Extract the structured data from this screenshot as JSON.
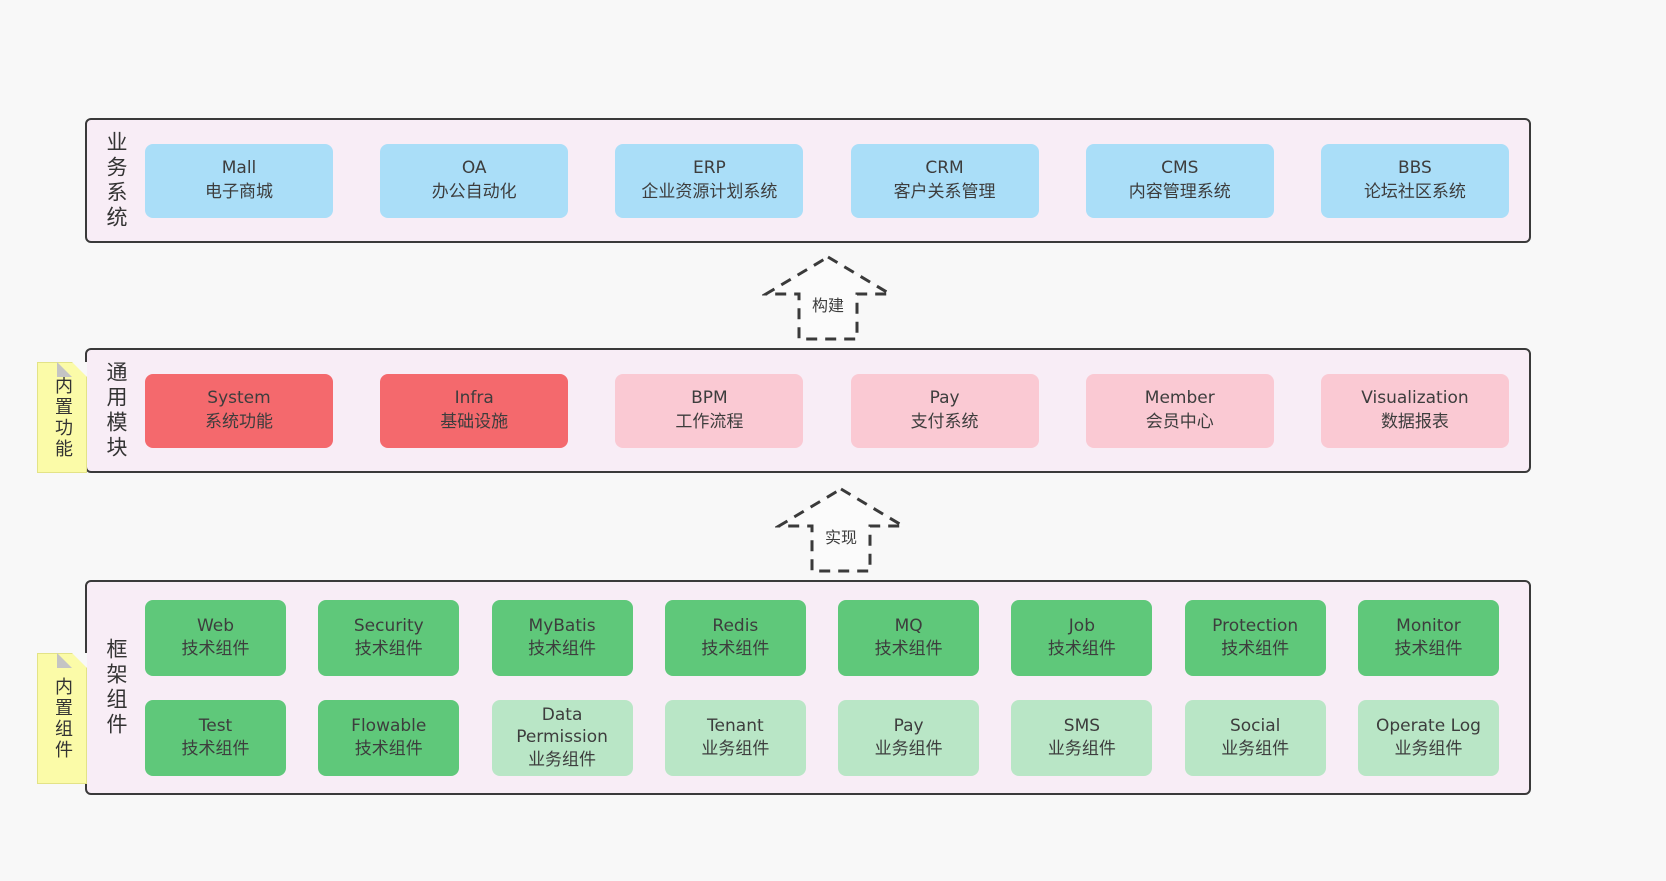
{
  "colors": {
    "page_bg": "#f8f8f8",
    "band_bg": "#f8edf6",
    "band_border": "#3a3a3a",
    "blue": "#aadef8",
    "red": "#f4696d",
    "pink": "#fac9d3",
    "green": "#5fc87a",
    "light_green": "#b9e6c6",
    "sticky_yellow": "#fbfba8",
    "fold_gray": "#c4c4c4",
    "text": "#3d3d3d"
  },
  "arrows": [
    {
      "label": "构建"
    },
    {
      "label": "实现"
    }
  ],
  "bands": [
    {
      "label": "业务系统",
      "sticky": null,
      "rows": [
        [
          {
            "title": "Mall",
            "subtitle": "电子商城",
            "variant": "blue"
          },
          {
            "title": "OA",
            "subtitle": "办公自动化",
            "variant": "blue"
          },
          {
            "title": "ERP",
            "subtitle": "企业资源计划系统",
            "variant": "blue"
          },
          {
            "title": "CRM",
            "subtitle": "客户关系管理",
            "variant": "blue"
          },
          {
            "title": "CMS",
            "subtitle": "内容管理系统",
            "variant": "blue"
          },
          {
            "title": "BBS",
            "subtitle": "论坛社区系统",
            "variant": "blue"
          }
        ]
      ]
    },
    {
      "label": "通用模块",
      "sticky": "内置功能",
      "rows": [
        [
          {
            "title": "System",
            "subtitle": "系统功能",
            "variant": "red"
          },
          {
            "title": "Infra",
            "subtitle": "基础设施",
            "variant": "red"
          },
          {
            "title": "BPM",
            "subtitle": "工作流程",
            "variant": "pink"
          },
          {
            "title": "Pay",
            "subtitle": "支付系统",
            "variant": "pink"
          },
          {
            "title": "Member",
            "subtitle": "会员中心",
            "variant": "pink"
          },
          {
            "title": "Visualization",
            "subtitle": "数据报表",
            "variant": "pink"
          }
        ]
      ]
    },
    {
      "label": "框架组件",
      "sticky": "内置组件",
      "rows": [
        [
          {
            "title": "Web",
            "subtitle": "技术组件",
            "variant": "green"
          },
          {
            "title": "Security",
            "subtitle": "技术组件",
            "variant": "green"
          },
          {
            "title": "MyBatis",
            "subtitle": "技术组件",
            "variant": "green"
          },
          {
            "title": "Redis",
            "subtitle": "技术组件",
            "variant": "green"
          },
          {
            "title": "MQ",
            "subtitle": "技术组件",
            "variant": "green"
          },
          {
            "title": "Job",
            "subtitle": "技术组件",
            "variant": "green"
          },
          {
            "title": "Protection",
            "subtitle": "技术组件",
            "variant": "green"
          },
          {
            "title": "Monitor",
            "subtitle": "技术组件",
            "variant": "green"
          }
        ],
        [
          {
            "title": "Test",
            "subtitle": "技术组件",
            "variant": "green"
          },
          {
            "title": "Flowable",
            "subtitle": "技术组件",
            "variant": "green"
          },
          {
            "title": "Data Permission",
            "subtitle": "业务组件",
            "variant": "lightgreen"
          },
          {
            "title": "Tenant",
            "subtitle": "业务组件",
            "variant": "lightgreen"
          },
          {
            "title": "Pay",
            "subtitle": "业务组件",
            "variant": "lightgreen"
          },
          {
            "title": "SMS",
            "subtitle": "业务组件",
            "variant": "lightgreen"
          },
          {
            "title": "Social",
            "subtitle": "业务组件",
            "variant": "lightgreen"
          },
          {
            "title": "Operate Log",
            "subtitle": "业务组件",
            "variant": "lightgreen"
          }
        ]
      ]
    }
  ]
}
